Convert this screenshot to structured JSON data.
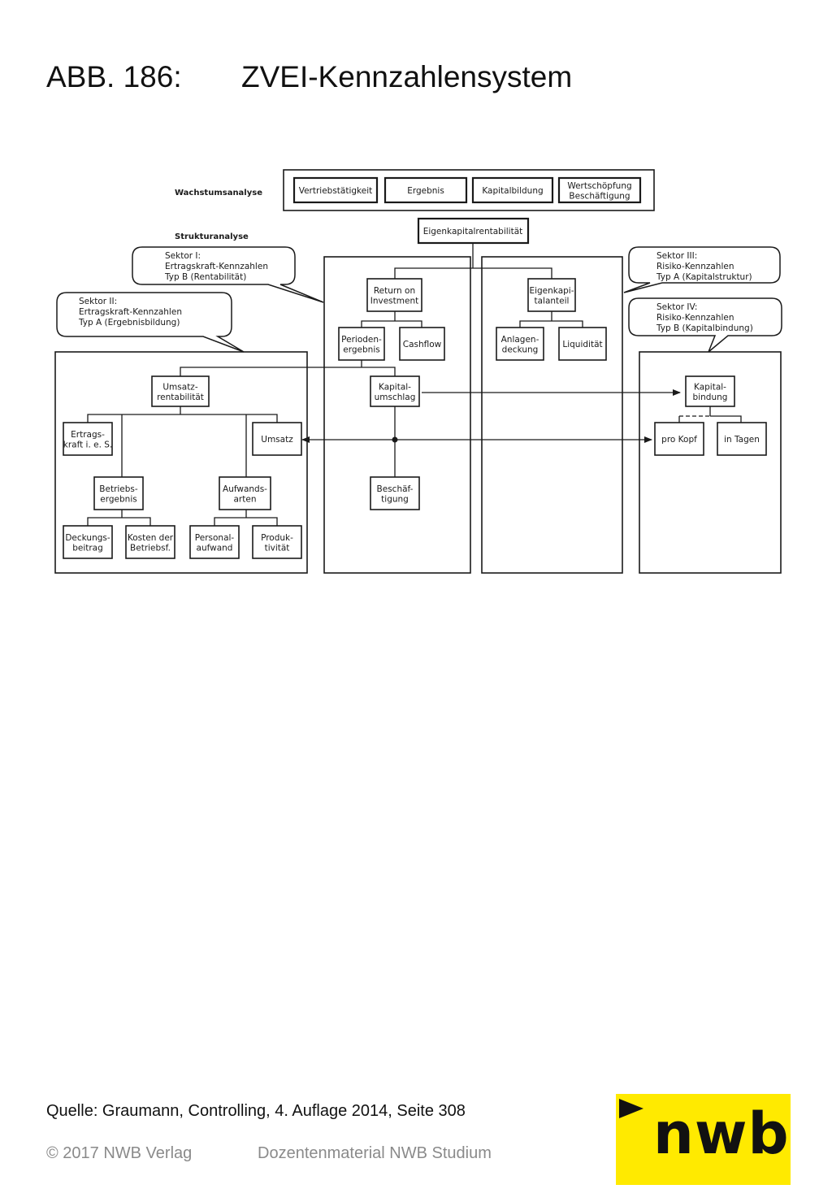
{
  "header": {
    "figure_number": "ABB. 186:",
    "title": "ZVEI-Kennzahlensystem"
  },
  "diagram": {
    "wachstum": {
      "label": "Wachstumsanalyse",
      "items": [
        "Vertriebstätigkeit",
        "Ergebnis",
        "Kapitalbildung",
        [
          "Wertschöpfung",
          "Beschäftigung"
        ]
      ]
    },
    "struktur_label": "Strukturanalyse",
    "top_node": "Eigenkapitalrentabilität",
    "callouts": {
      "sektor1": [
        "Sektor I:",
        "Ertragskraft-Kennzahlen",
        "Typ B (Rentabilität)"
      ],
      "sektor2": [
        "Sektor II:",
        "Ertragskraft-Kennzahlen",
        "Typ A (Ergebnisbildung)"
      ],
      "sektor3": [
        "Sektor III:",
        "Risiko-Kennzahlen",
        "Typ A (Kapitalstruktur)"
      ],
      "sektor4": [
        "Sektor IV:",
        "Risiko-Kennzahlen",
        "Typ B (Kapitalbindung)"
      ]
    },
    "nodes": {
      "return_on_investment": [
        "Return on",
        "Investment"
      ],
      "perioden_ergebnis": [
        "Perioden-",
        "ergebnis"
      ],
      "cashflow": [
        "Cashflow"
      ],
      "eigenkapitalanteil": [
        "Eigenkapi-",
        "talanteil"
      ],
      "anlagendeckung": [
        "Anlagen-",
        "deckung"
      ],
      "liquiditaet": [
        "Liquidität"
      ],
      "umsatzrentabilitaet": [
        "Umsatz-",
        "rentabilität"
      ],
      "kapitalumschlag": [
        "Kapital-",
        "umschlag"
      ],
      "kapitalbindung": [
        "Kapital-",
        "bindung"
      ],
      "ertragskraft": [
        "Ertrags-",
        "kraft i. e. S."
      ],
      "umsatz": [
        "Umsatz"
      ],
      "pro_kopf": [
        "pro Kopf"
      ],
      "in_tagen": [
        "in Tagen"
      ],
      "betriebsergebnis": [
        "Betriebs-",
        "ergebnis"
      ],
      "aufwandsarten": [
        "Aufwands-",
        "arten"
      ],
      "beschaeftigung": [
        "Beschäf-",
        "tigung"
      ],
      "deckungsbeitrag": [
        "Deckungs-",
        "beitrag"
      ],
      "kosten_betriebsf": [
        "Kosten der",
        "Betriebsf."
      ],
      "personalaufwand": [
        "Personal-",
        "aufwand"
      ],
      "produktivitaet": [
        "Produk-",
        "tivität"
      ]
    }
  },
  "footer": {
    "source": "Quelle: Graumann, Controlling, 4. Auflage 2014, Seite 308",
    "copyright": "© 2017 NWB Verlag",
    "series": "Dozentenmaterial NWB Studium"
  },
  "logo": {
    "text": "nwb",
    "color": "#ffea00"
  }
}
